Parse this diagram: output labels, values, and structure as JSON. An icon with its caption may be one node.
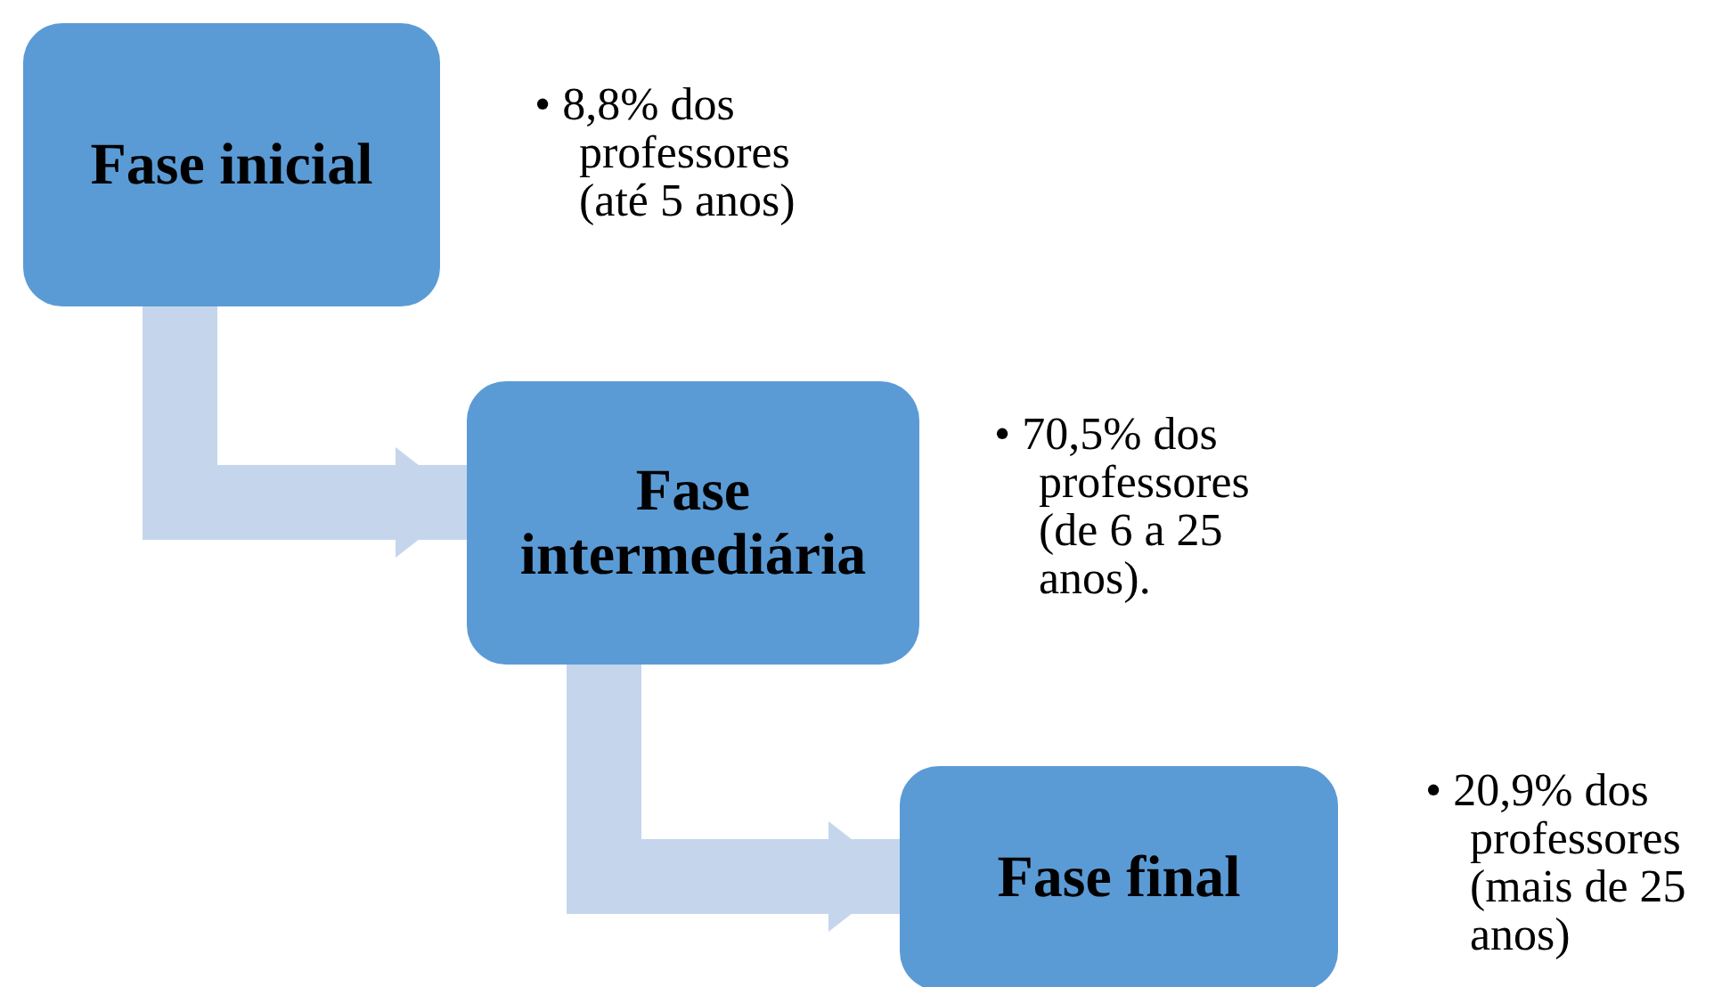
{
  "diagram": {
    "nodes": [
      {
        "text": [
          "Fase inicial"
        ],
        "beside": [
          "• 8,8% dos professores (até 5 anos)"
        ]
      },
      {
        "text": [
          "Fase intermediária"
        ],
        "beside": [
          "• 70,5% dos professores (de 6 a 25 anos)."
        ]
      },
      {
        "text": [
          "Fase final"
        ],
        "beside": [
          "• 20,9% dos professores (mais de 25 anos)"
        ]
      }
    ],
    "edges": [
      {
        "from": 0,
        "to": 1,
        "arrow": "to"
      },
      {
        "from": 1,
        "to": 2,
        "arrow": "to"
      }
    ]
  }
}
